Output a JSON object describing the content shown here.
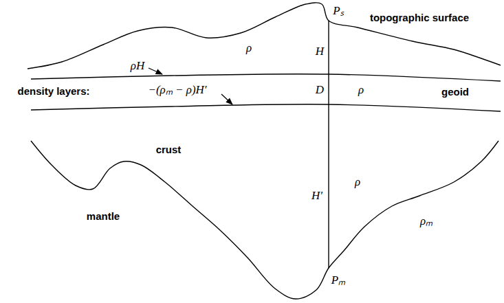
{
  "diagram": {
    "labels": [
      "Pₛ",
      "topographic surface",
      "H",
      "ρ",
      "ρH",
      "geoid",
      "density layers:",
      "D",
      "ρ",
      "−(ρₘ − ρ)H′",
      "crust",
      "H′",
      "ρ",
      "mantle",
      "ρₘ",
      "Pₘ"
    ]
  }
}
